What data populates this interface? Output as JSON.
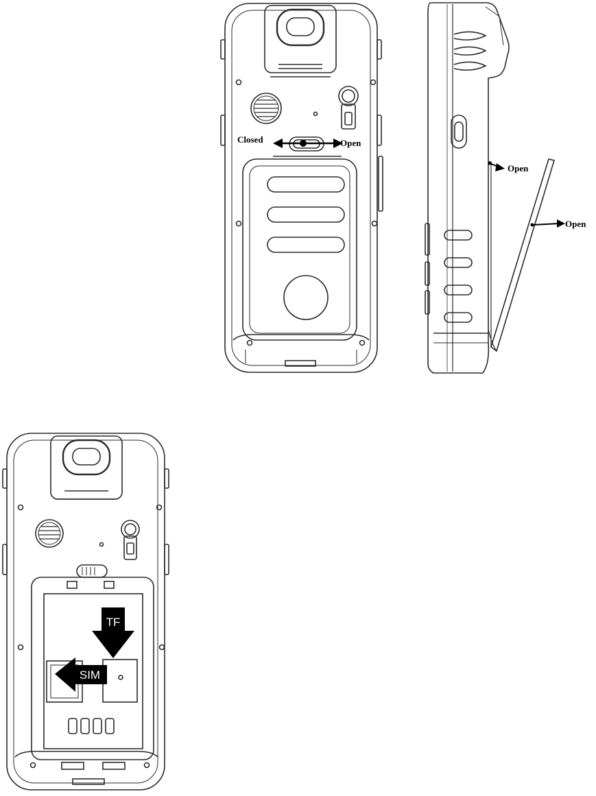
{
  "labels": {
    "closed": "Closed",
    "open_slider": "Open",
    "open_side_top": "Open",
    "open_side_cover": "Open",
    "tf": "TF",
    "sim": "SIM"
  },
  "colors": {
    "line": "#2a2a2a",
    "arrow": "#000000",
    "callout_fill": "#000000",
    "callout_text": "#ffffff"
  }
}
